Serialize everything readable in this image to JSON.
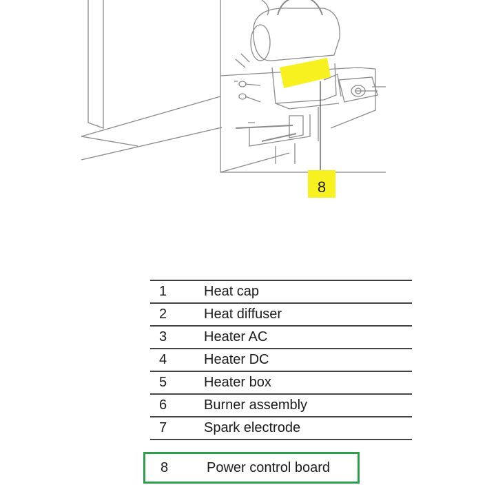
{
  "callout": {
    "number": "8"
  },
  "legend": [
    {
      "num": "1",
      "label": "Heat cap"
    },
    {
      "num": "2",
      "label": "Heat diffuser"
    },
    {
      "num": "3",
      "label": "Heater AC"
    },
    {
      "num": "4",
      "label": "Heater DC"
    },
    {
      "num": "5",
      "label": "Heater box"
    },
    {
      "num": "6",
      "label": "Burner assembly"
    },
    {
      "num": "7",
      "label": "Spark electrode"
    }
  ],
  "highlighted": {
    "num": "8",
    "label": "Power control board"
  },
  "colors": {
    "highlight_fill": "#f7f21f",
    "highlight_border": "#2e9e4a"
  }
}
